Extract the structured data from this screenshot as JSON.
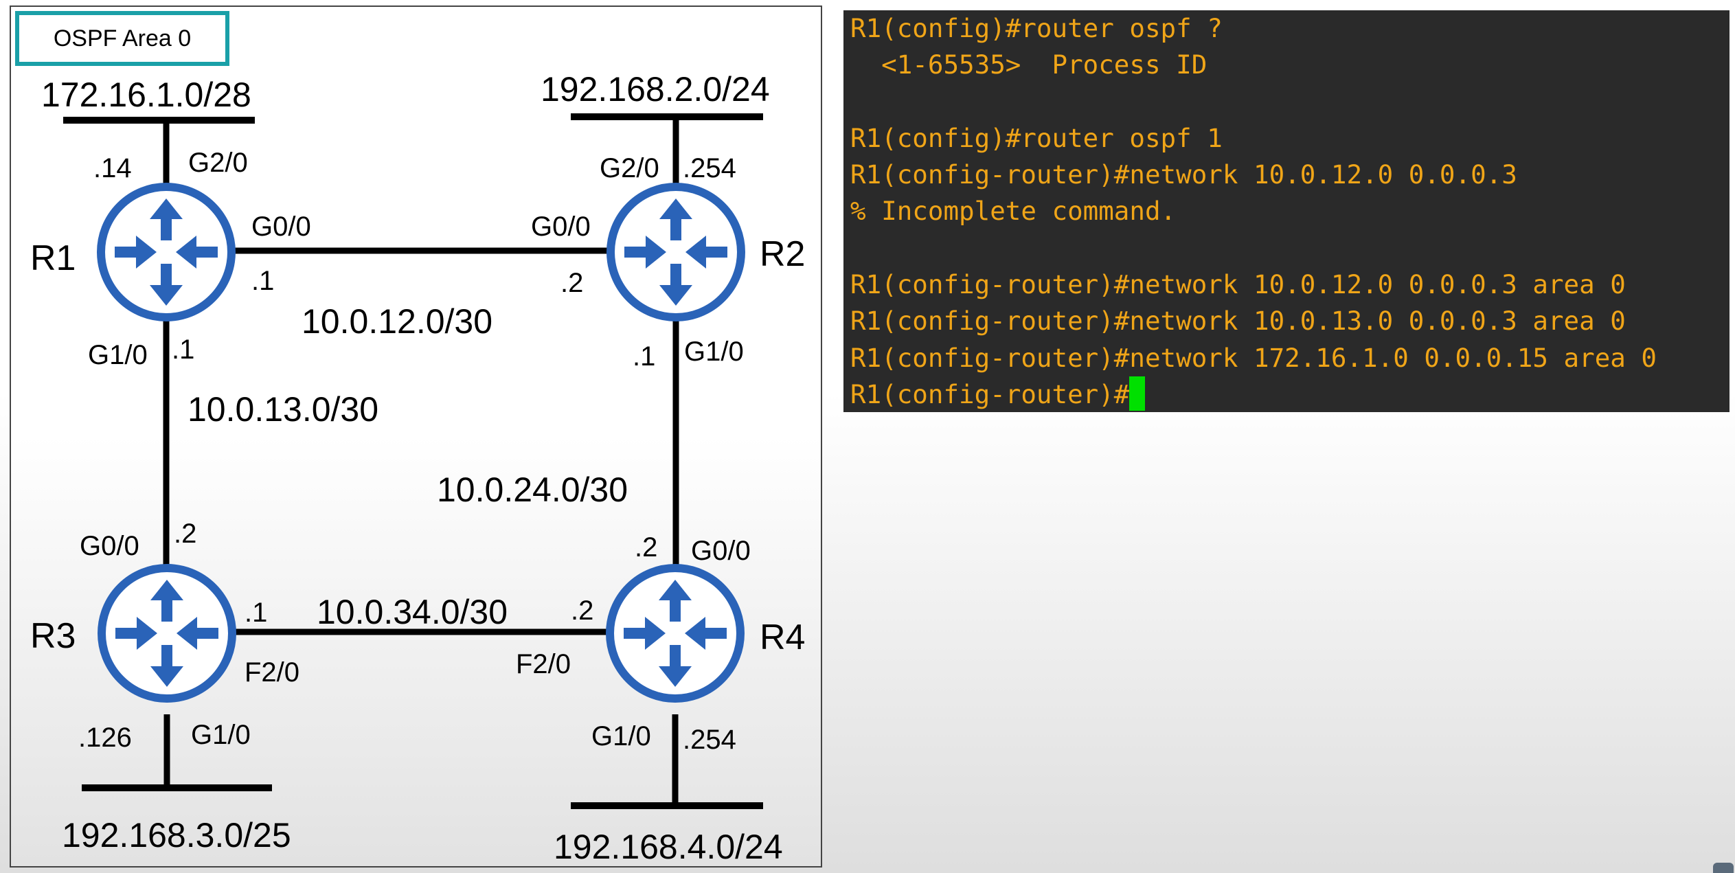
{
  "area_label": "OSPF Area 0",
  "routers": {
    "r1": {
      "name": "R1"
    },
    "r2": {
      "name": "R2"
    },
    "r3": {
      "name": "R3"
    },
    "r4": {
      "name": "R4"
    }
  },
  "lan_networks": {
    "r1_lan": "172.16.1.0/28",
    "r2_lan": "192.168.2.0/24",
    "r3_lan": "192.168.3.0/25",
    "r4_lan": "192.168.4.0/24"
  },
  "link_networks": {
    "r1_r2": "10.0.12.0/30",
    "r1_r3": "10.0.13.0/30",
    "r2_r4": "10.0.24.0/30",
    "r3_r4": "10.0.34.0/30"
  },
  "interfaces": {
    "r1_g2_0": "G2/0",
    "r1_g2_0_ip": ".14",
    "r1_g0_0": "G0/0",
    "r1_g0_0_ip": ".1",
    "r1_g1_0": "G1/0",
    "r1_g1_0_ip": ".1",
    "r2_g2_0": "G2/0",
    "r2_g2_0_ip": ".254",
    "r2_g0_0": "G0/0",
    "r2_g0_0_ip": ".2",
    "r2_g1_0": "G1/0",
    "r2_g1_0_ip": ".1",
    "r3_g0_0": "G0/0",
    "r3_g0_0_ip": ".2",
    "r3_f2_0": "F2/0",
    "r3_f2_0_ip": ".1",
    "r3_g1_0": "G1/0",
    "r3_g1_0_ip": ".126",
    "r4_g0_0": "G0/0",
    "r4_g0_0_ip": ".2",
    "r4_f2_0": "F2/0",
    "r4_f2_0_ip": ".2",
    "r4_g1_0": "G1/0",
    "r4_g1_0_ip": ".254"
  },
  "colors": {
    "router_blue": "#2a63b8",
    "terminal_text": "#f0a518",
    "terminal_bg": "#2a2a2a",
    "cursor": "#00e000",
    "area_border": "#1aa0a8"
  },
  "icons": {
    "router": "router-icon",
    "cursor": "terminal-cursor"
  },
  "terminal": {
    "lines": [
      "R1(config)#router ospf ?",
      "  <1-65535>  Process ID",
      "",
      "R1(config)#router ospf 1",
      "R1(config-router)#network 10.0.12.0 0.0.0.3",
      "% Incomplete command.",
      "",
      "R1(config-router)#network 10.0.12.0 0.0.0.3 area 0",
      "R1(config-router)#network 10.0.13.0 0.0.0.3 area 0",
      "R1(config-router)#network 172.16.1.0 0.0.0.15 area 0",
      "R1(config-router)#"
    ]
  }
}
